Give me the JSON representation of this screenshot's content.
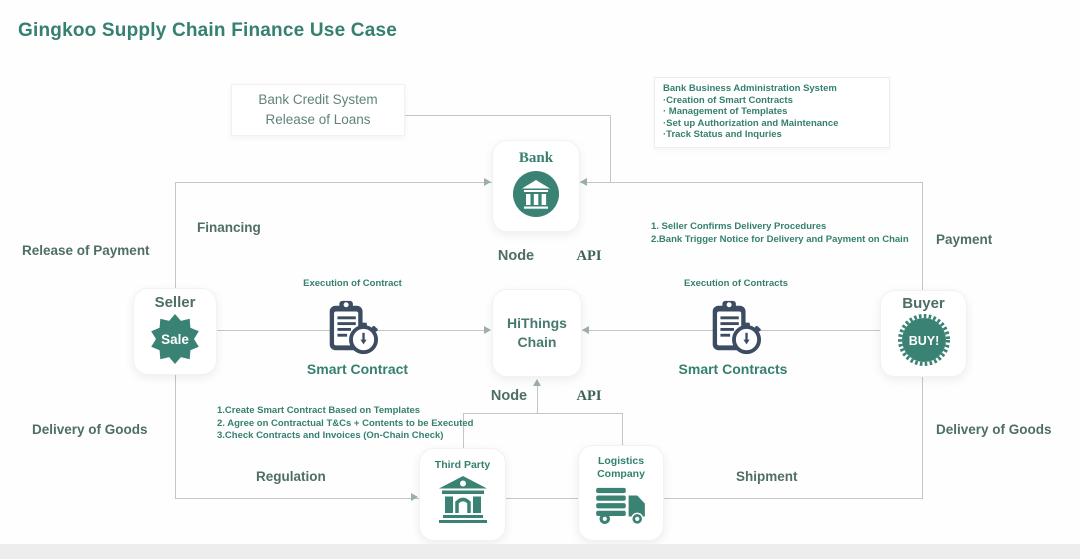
{
  "page": {
    "title": "Gingkoo Supply Chain Finance Use Case"
  },
  "colors": {
    "teal": "#35806F",
    "icon_teal": "#3A8274",
    "label": "#4E6E67",
    "icon_dark": "#3C4D63",
    "line": "#BFC8C5"
  },
  "credit_box": {
    "line1": "Bank Credit System",
    "line2": "Release of Loans"
  },
  "admin_box": {
    "title": "Bank Business Administration System",
    "items": [
      "·Creation of Smart Contracts",
      "· Management of Templates",
      "·Set up Authorization and Maintenance",
      "·Track Status and Inquries"
    ]
  },
  "nodes": {
    "bank": {
      "label": "Bank"
    },
    "seller": {
      "label": "Seller",
      "badge": "Sale"
    },
    "buyer": {
      "label": "Buyer",
      "badge": "BUY!"
    },
    "hithings": {
      "line1": "HiThings",
      "line2": "Chain"
    },
    "third_party": {
      "label": "Third Party"
    },
    "logistics": {
      "line1": "Logistics",
      "line2": "Company"
    }
  },
  "ports": {
    "bank_node": "Node",
    "bank_api": "API",
    "chain_node": "Node",
    "chain_api": "API"
  },
  "flow_labels": {
    "financing": "Financing",
    "release_of_payment": "Release of Payment",
    "payment": "Payment",
    "delivery_left": "Delivery of Goods",
    "delivery_right": "Delivery of Goods",
    "regulation": "Regulation",
    "shipment": "Shipment"
  },
  "contracts": {
    "left": {
      "caption": "Execution of Contract",
      "label": "Smart Contract"
    },
    "right": {
      "caption": "Execution of Contracts",
      "label": "Smart Contracts"
    }
  },
  "annotations": {
    "delivery_steps": [
      "1. Seller Confirms Delivery Procedures",
      "2.Bank Trigger Notice for Delivery and Payment on Chain"
    ],
    "contract_steps": [
      "1.Create Smart Contract Based on Templates",
      "2. Agree on Contractual T&Cs + Contents to be Executed",
      "3.Check Contracts and Invoices (On-Chain Check)"
    ]
  }
}
